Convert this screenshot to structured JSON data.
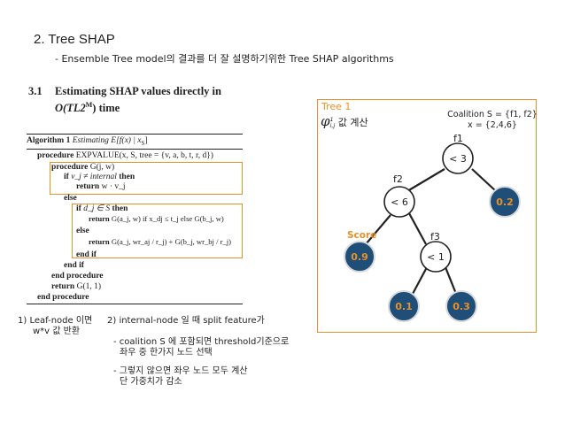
{
  "slide": {
    "title": "2. Tree SHAP",
    "subtitle": "- Ensemble Tree model의 결과를 더 잘 설명하기위한 Tree SHAP algorithms"
  },
  "section": {
    "number": "3.1",
    "title_line1": "Estimating SHAP values directly in",
    "title_line2": "O(TL2",
    "title_sup": "M",
    "title_line2_end": ") time"
  },
  "algorithm": {
    "caption_label": "Algorithm 1",
    "caption_text": "Estimating E[f(x) | x",
    "caption_sub": "S",
    "caption_end": "]",
    "lines": {
      "l1_kw": "procedure",
      "l1": "EXPVALUE(x, S, tree = {v, a, b, t, r, d})",
      "l2_kw": "procedure",
      "l2": "G(j, w)",
      "l3_kw": "if",
      "l3": "v_j ≠ internal",
      "l3_kw2": "then",
      "l4_kw": "return",
      "l4": "w · v_j",
      "l5_kw": "else",
      "l6_kw": "if",
      "l6": "d_j ∈ S",
      "l6_kw2": "then",
      "l7_kw": "return",
      "l7": "G(a_j, w) if x_dj ≤ t_j else G(b_j, w)",
      "l8_kw": "else",
      "l9_kw": "return",
      "l9": "G(a_j, wr_aj / r_j) + G(b_j, wr_bj / r_j)",
      "l10_kw": "end if",
      "l11_kw": "end if",
      "l12_kw": "end procedure",
      "l13_kw": "return",
      "l13": "G(1, 1)",
      "l14_kw": "end procedure"
    }
  },
  "notes": {
    "leaf_line1": "1) Leaf-node 이면",
    "leaf_line2": "w*v 값 반환",
    "internal": "2) internal-node 일 때 split feature가",
    "coalition_line1": "- coalition S 에 포함되면 threshold기준으로",
    "coalition_line2": "좌우 중 한가지 노드 선택",
    "else_line1": "- 그렇지 않으면 좌우 노드 모두 계산",
    "else_line2": "단 가중치가 감소"
  },
  "tree": {
    "label": "Tree 1",
    "phi_symbol": "φ",
    "phi_sup": "1",
    "phi_sub": "i,j",
    "phi_text": "값 계산",
    "coalition_line1": "Coalition S = {f1, f2}",
    "coalition_line2": "x = {2,4,6}",
    "score_label": "Score",
    "colors": {
      "internal": "#ffffff",
      "leaf": "#1f4e79",
      "accent": "#e8912a",
      "leaf_text": "#ffffff"
    },
    "nodes": {
      "root": {
        "feature": "f1",
        "text": "< 3"
      },
      "left": {
        "feature": "f2",
        "text": "< 6"
      },
      "right_leaf": {
        "text": "0.2"
      },
      "leaf_09": {
        "text": "0.9"
      },
      "mid": {
        "feature": "f3",
        "text": "< 1"
      },
      "leaf_01": {
        "text": "0.1"
      },
      "leaf_03": {
        "text": "0.3"
      }
    }
  }
}
